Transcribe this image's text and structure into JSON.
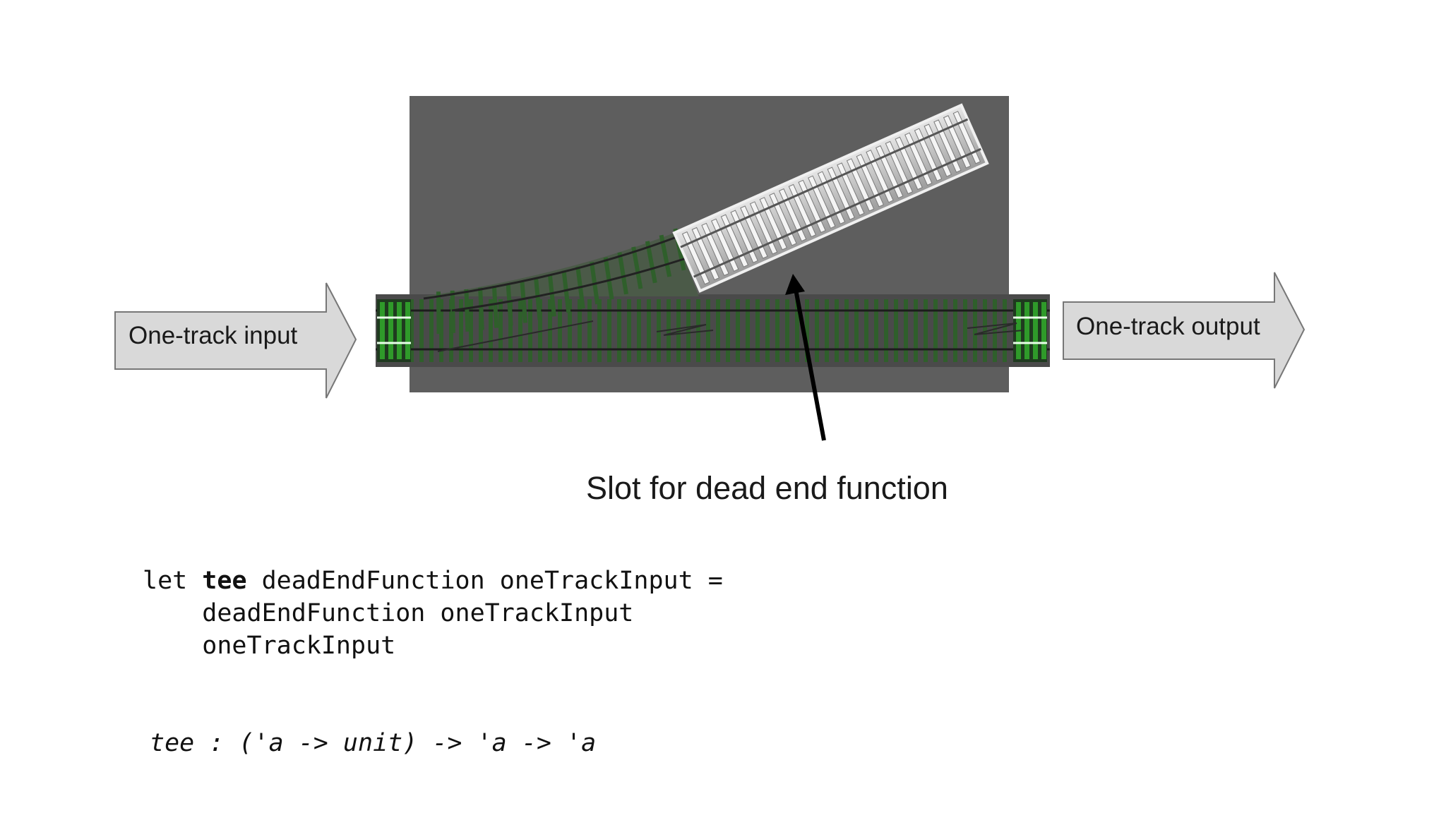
{
  "diagram": {
    "input_label": "One-track input",
    "output_label": "One-track output",
    "slot_caption": "Slot for dead end function"
  },
  "code": {
    "line1_let": "let",
    "line1_name": "tee",
    "line1_rest": "deadEndFunction oneTrackInput =",
    "line2": "    deadEndFunction oneTrackInput",
    "line3": "    oneTrackInput",
    "signature": "tee : ('a -> unit) -> 'a -> 'a"
  },
  "colors": {
    "panel": "#5e5e5e",
    "track_bed": "#4a4a4a",
    "track_tie": "#2f5f2b",
    "track_end": "#2f9a2a",
    "arrow_fill": "#d9d9d9",
    "arrow_stroke": "#777777",
    "slot_track": "#bdbdbd"
  }
}
